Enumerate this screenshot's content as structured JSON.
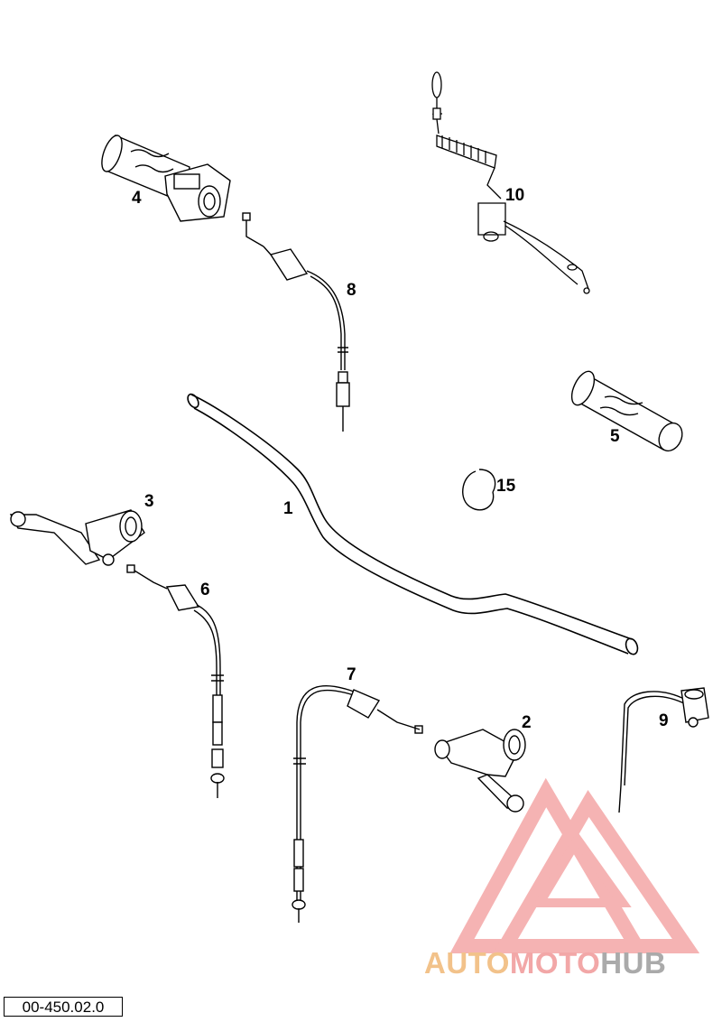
{
  "callouts": {
    "c1": "1",
    "c2": "2",
    "c3": "3",
    "c4": "4",
    "c5": "5",
    "c6": "6",
    "c7": "7",
    "c8": "8",
    "c9": "9",
    "c10": "10",
    "c15": "15"
  },
  "watermark": {
    "part1": "AUTO",
    "part2": "MOTO",
    "part3": "HUB",
    "colors": {
      "triangle": "#f08a8a",
      "part1": "#f2c28a",
      "part2": "#f2a7a7",
      "part3": "#aaaaaa"
    }
  },
  "figure_number": "00-450.02.0"
}
